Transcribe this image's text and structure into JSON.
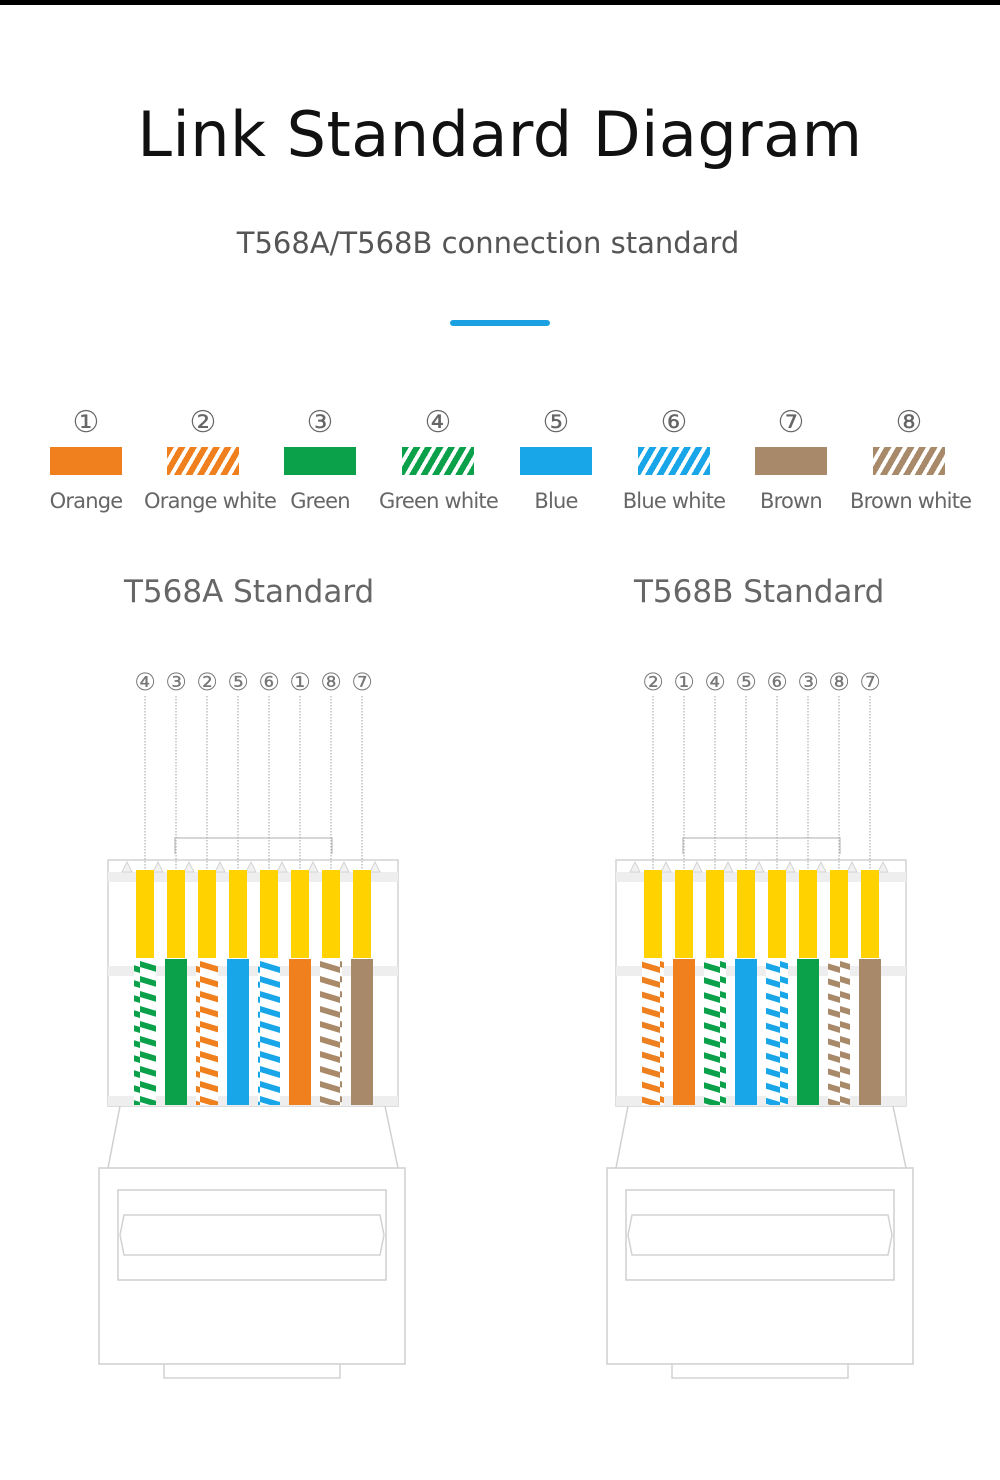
{
  "title": "Link Standard Diagram",
  "subtitle": "T568A/T568B connection standard",
  "accent_color": "#1ba1e2",
  "legend": [
    {
      "number": "①",
      "label": "Orange",
      "color": "#f07f1e",
      "striped": false
    },
    {
      "number": "②",
      "label": "Orange white",
      "color": "#f07f1e",
      "striped": true
    },
    {
      "number": "③",
      "label": "Green",
      "color": "#0aa14a",
      "striped": false
    },
    {
      "number": "④",
      "label": "Green white",
      "color": "#0aa14a",
      "striped": true
    },
    {
      "number": "⑤",
      "label": "Blue",
      "color": "#18a6e8",
      "striped": false
    },
    {
      "number": "⑥",
      "label": "Blue white",
      "color": "#18a6e8",
      "striped": true
    },
    {
      "number": "⑦",
      "label": "Brown",
      "color": "#a88a6b",
      "striped": false
    },
    {
      "number": "⑧",
      "label": "Brown white",
      "color": "#a88a6b",
      "striped": true
    }
  ],
  "standards": [
    {
      "name": "T568A Standard",
      "order": [
        4,
        3,
        2,
        5,
        6,
        1,
        8,
        7
      ],
      "numbers": [
        "④",
        "③",
        "②",
        "⑤",
        "⑥",
        "①",
        "⑧",
        "⑦"
      ]
    },
    {
      "name": "T568B Standard",
      "order": [
        2,
        1,
        4,
        5,
        6,
        3,
        8,
        7
      ],
      "numbers": [
        "②",
        "①",
        "④",
        "⑤",
        "⑥",
        "③",
        "⑧",
        "⑦"
      ]
    }
  ],
  "pin_color": "#ffd200"
}
